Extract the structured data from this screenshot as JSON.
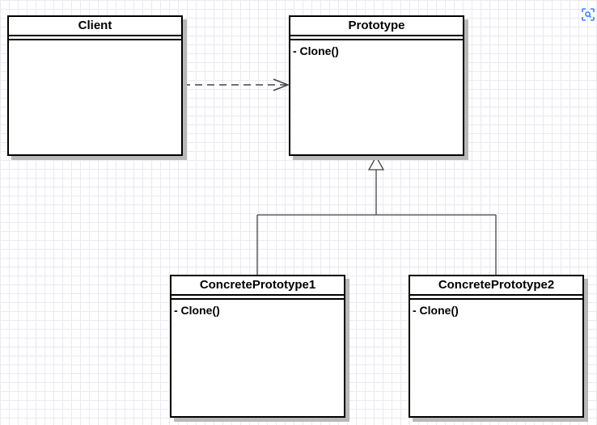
{
  "diagram": {
    "classes": {
      "client": {
        "name": "Client",
        "operations": []
      },
      "prototype": {
        "name": "Prototype",
        "operations": [
          "- Clone()"
        ]
      },
      "concrete1": {
        "name": "ConcretePrototype1",
        "operations": [
          "- Clone()"
        ]
      },
      "concrete2": {
        "name": "ConcretePrototype2",
        "operations": [
          "- Clone()"
        ]
      }
    },
    "relations": [
      {
        "type": "dependency",
        "from": "client",
        "to": "prototype"
      },
      {
        "type": "generalization",
        "from": "concrete1",
        "to": "prototype"
      },
      {
        "type": "generalization",
        "from": "concrete2",
        "to": "prototype"
      }
    ]
  },
  "icons": {
    "image_search": "image-search-icon"
  },
  "colors": {
    "line": "#000000",
    "edge": "#444444",
    "shadow": "#b8b8b8",
    "grid": "#e9e9f1",
    "icon": "#3b82f6"
  }
}
